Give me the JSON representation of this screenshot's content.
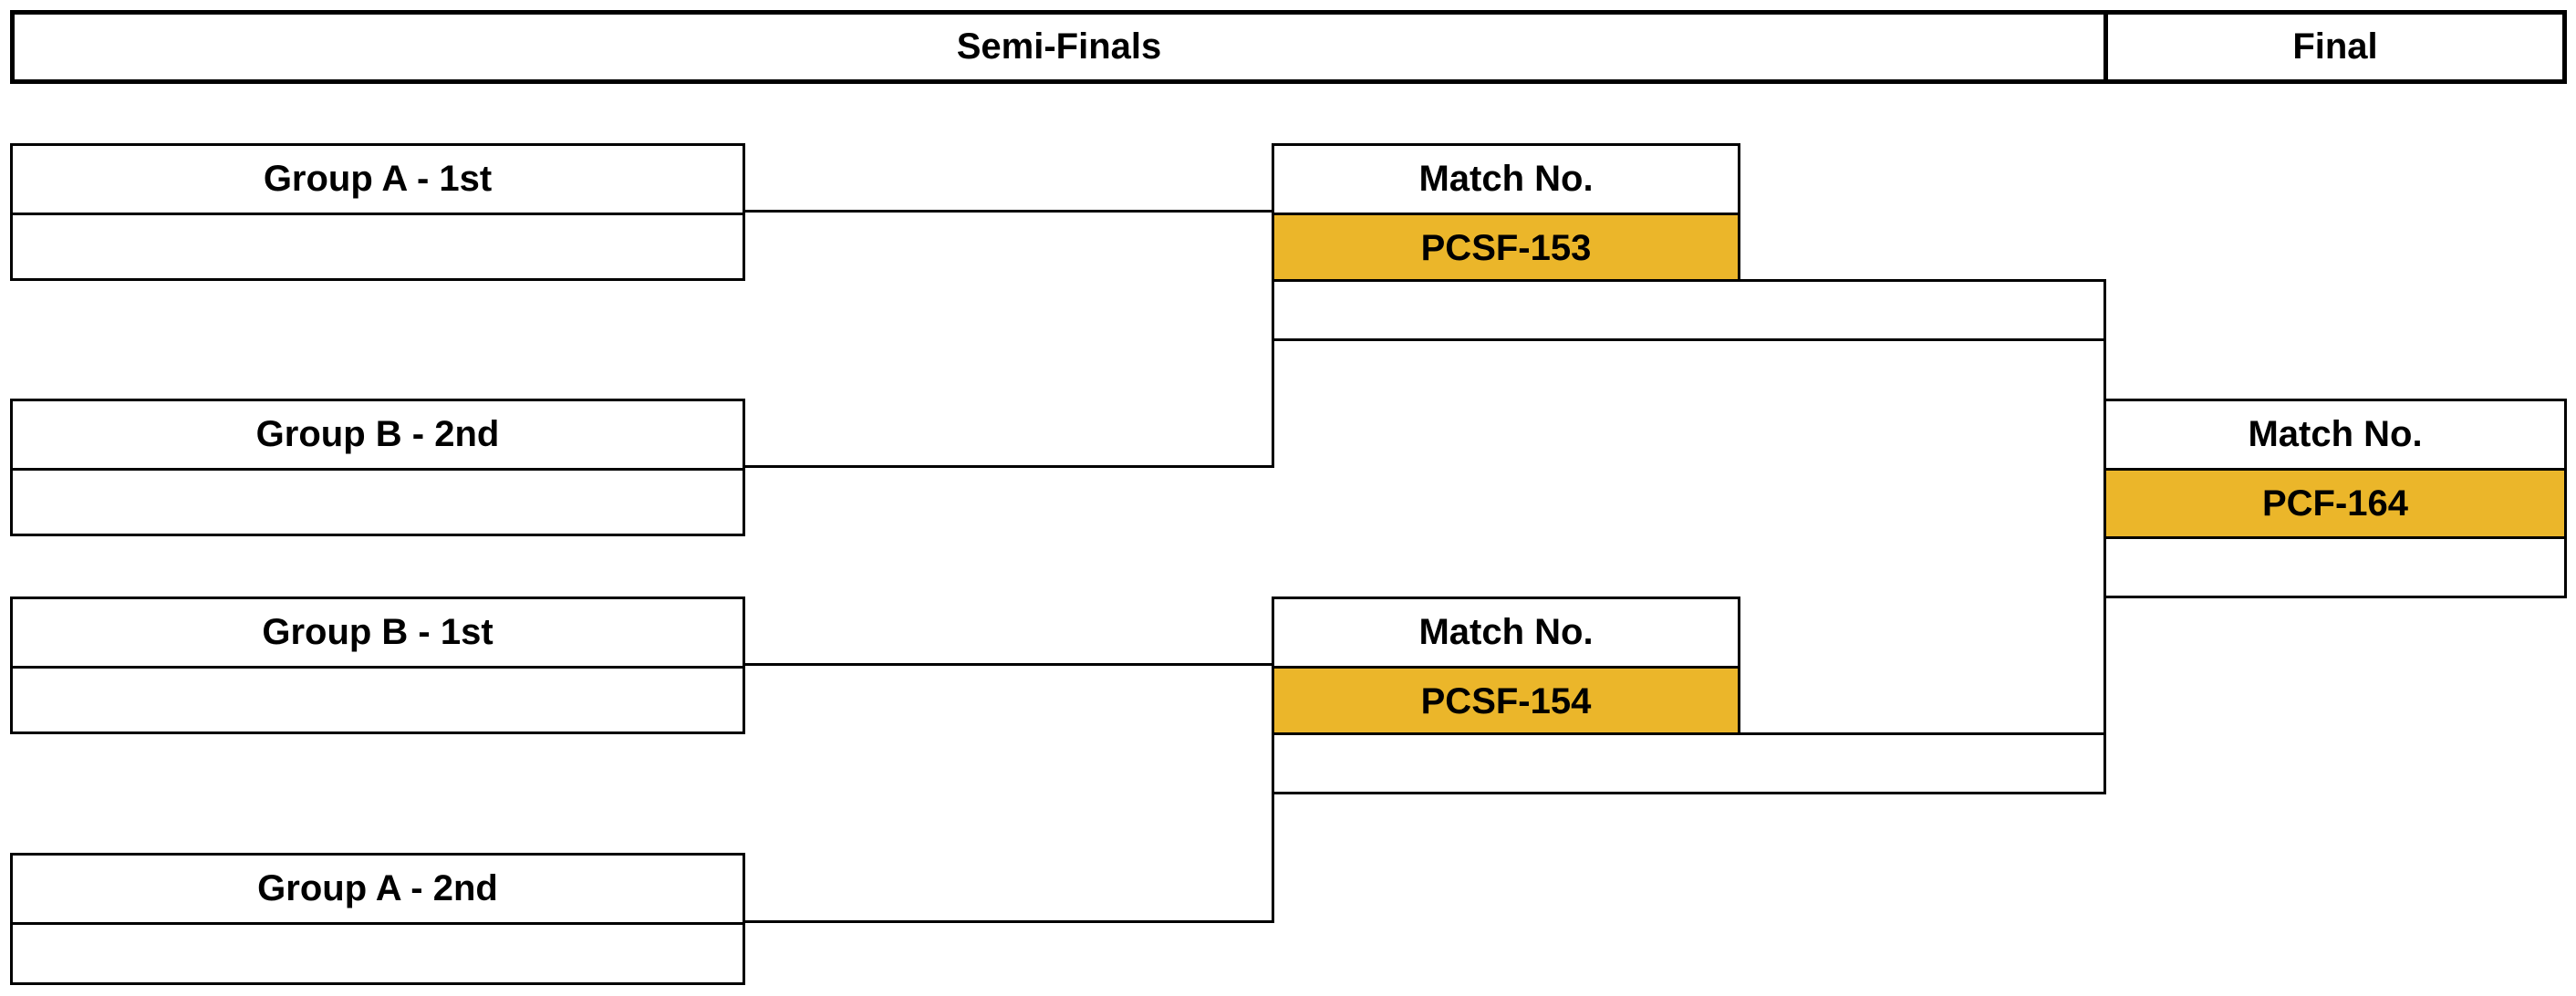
{
  "header": {
    "semi_finals_label": "Semi-Finals",
    "final_label": "Final"
  },
  "colors": {
    "match_code_fill": "#ebb62a",
    "line": "#000000",
    "background": "#ffffff"
  },
  "bracket": {
    "slots": [
      {
        "label": "Group A - 1st",
        "team": ""
      },
      {
        "label": "Group B - 2nd",
        "team": ""
      },
      {
        "label": "Group B - 1st",
        "team": ""
      },
      {
        "label": "Group A - 2nd",
        "team": ""
      }
    ],
    "semi_finals": [
      {
        "title": "Match No.",
        "code": "PCSF-153",
        "winner": ""
      },
      {
        "title": "Match No.",
        "code": "PCSF-154",
        "winner": ""
      }
    ],
    "final": {
      "title": "Match No.",
      "code": "PCF-164",
      "winner": ""
    }
  }
}
